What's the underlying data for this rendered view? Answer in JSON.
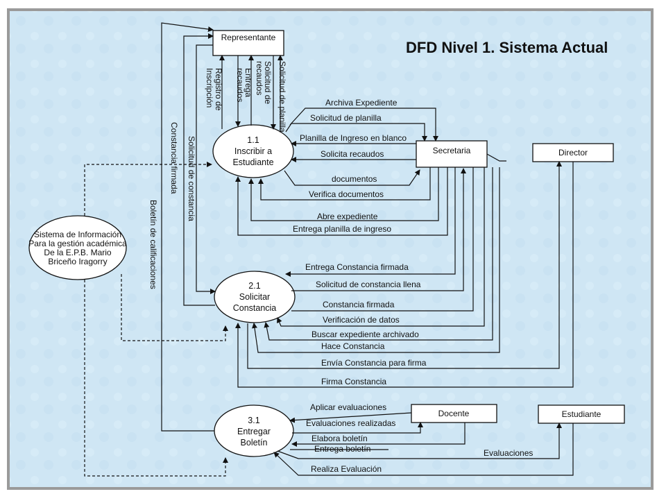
{
  "title": "DFD Nivel 1. Sistema Actual",
  "colors": {
    "background": "#cfe6f4",
    "frame": "#9a9a9a",
    "outer": "#ffffff",
    "ink": "#111111"
  },
  "entities": {
    "representante": "Representante",
    "secretaria": "Secretaria",
    "director": "Director",
    "docente": "Docente",
    "estudiante": "Estudiante"
  },
  "system": {
    "lines": [
      "Sistema de Información",
      "Para la gestión académica",
      "De la E.P.B. Mario",
      "Briceño Iragorry"
    ]
  },
  "processes": {
    "p1": [
      "1.1",
      "Inscribir a",
      "Estudiante"
    ],
    "p2": [
      "2.1",
      "Solicitar",
      "Constancia"
    ],
    "p3": [
      "3.1",
      "Entregar",
      "Boletín"
    ]
  },
  "flows": {
    "solicitud_planilla_v": "Solicitud de planilla",
    "solicitud_recaudos_v": [
      "Solicitud de",
      "recaudos"
    ],
    "entrega_recaudos_v": [
      "Entrega",
      "recaudos"
    ],
    "registro_inscripcion_v": [
      "Registro de",
      "Inscripción"
    ],
    "constancia_firmada_v": "Constancia firmada",
    "solicitud_constancia_v": "Solicitud de constancia",
    "boletin_calificaciones_v": "Boletín de calificaciones",
    "archiva_expediente": "Archiva Expediente",
    "solicitud_planilla": "Solicitud de planilla",
    "planilla_blanco": "Planilla de Ingreso en blanco",
    "solicita_recaudos": "Solicita recaudos",
    "documentos": "documentos",
    "verifica_documentos": "Verifica  documentos",
    "abre_expediente": "Abre  expediente",
    "entrega_planilla": "Entrega planilla de ingreso",
    "entrega_constancia_firmada": "Entrega Constancia firmada",
    "solicitud_constancia_llena": "Solicitud de constancia llena",
    "constancia_firmada": "Constancia firmada",
    "verificacion_datos": "Verificación de datos",
    "buscar_expediente": "Buscar expediente archivado",
    "hace_constancia": "Hace Constancia",
    "envia_constancia": "Envía Constancia  para firma",
    "firma_constancia": "Firma Constancia",
    "aplicar_evaluaciones": "Aplicar evaluaciones",
    "evaluaciones_realizadas": "Evaluaciones realizadas",
    "elabora_boletin": "Elabora boletín",
    "entrega_boletin": "Entrega boletín",
    "evaluaciones": "Evaluaciones",
    "realiza_evaluacion": "Realiza Evaluación"
  }
}
